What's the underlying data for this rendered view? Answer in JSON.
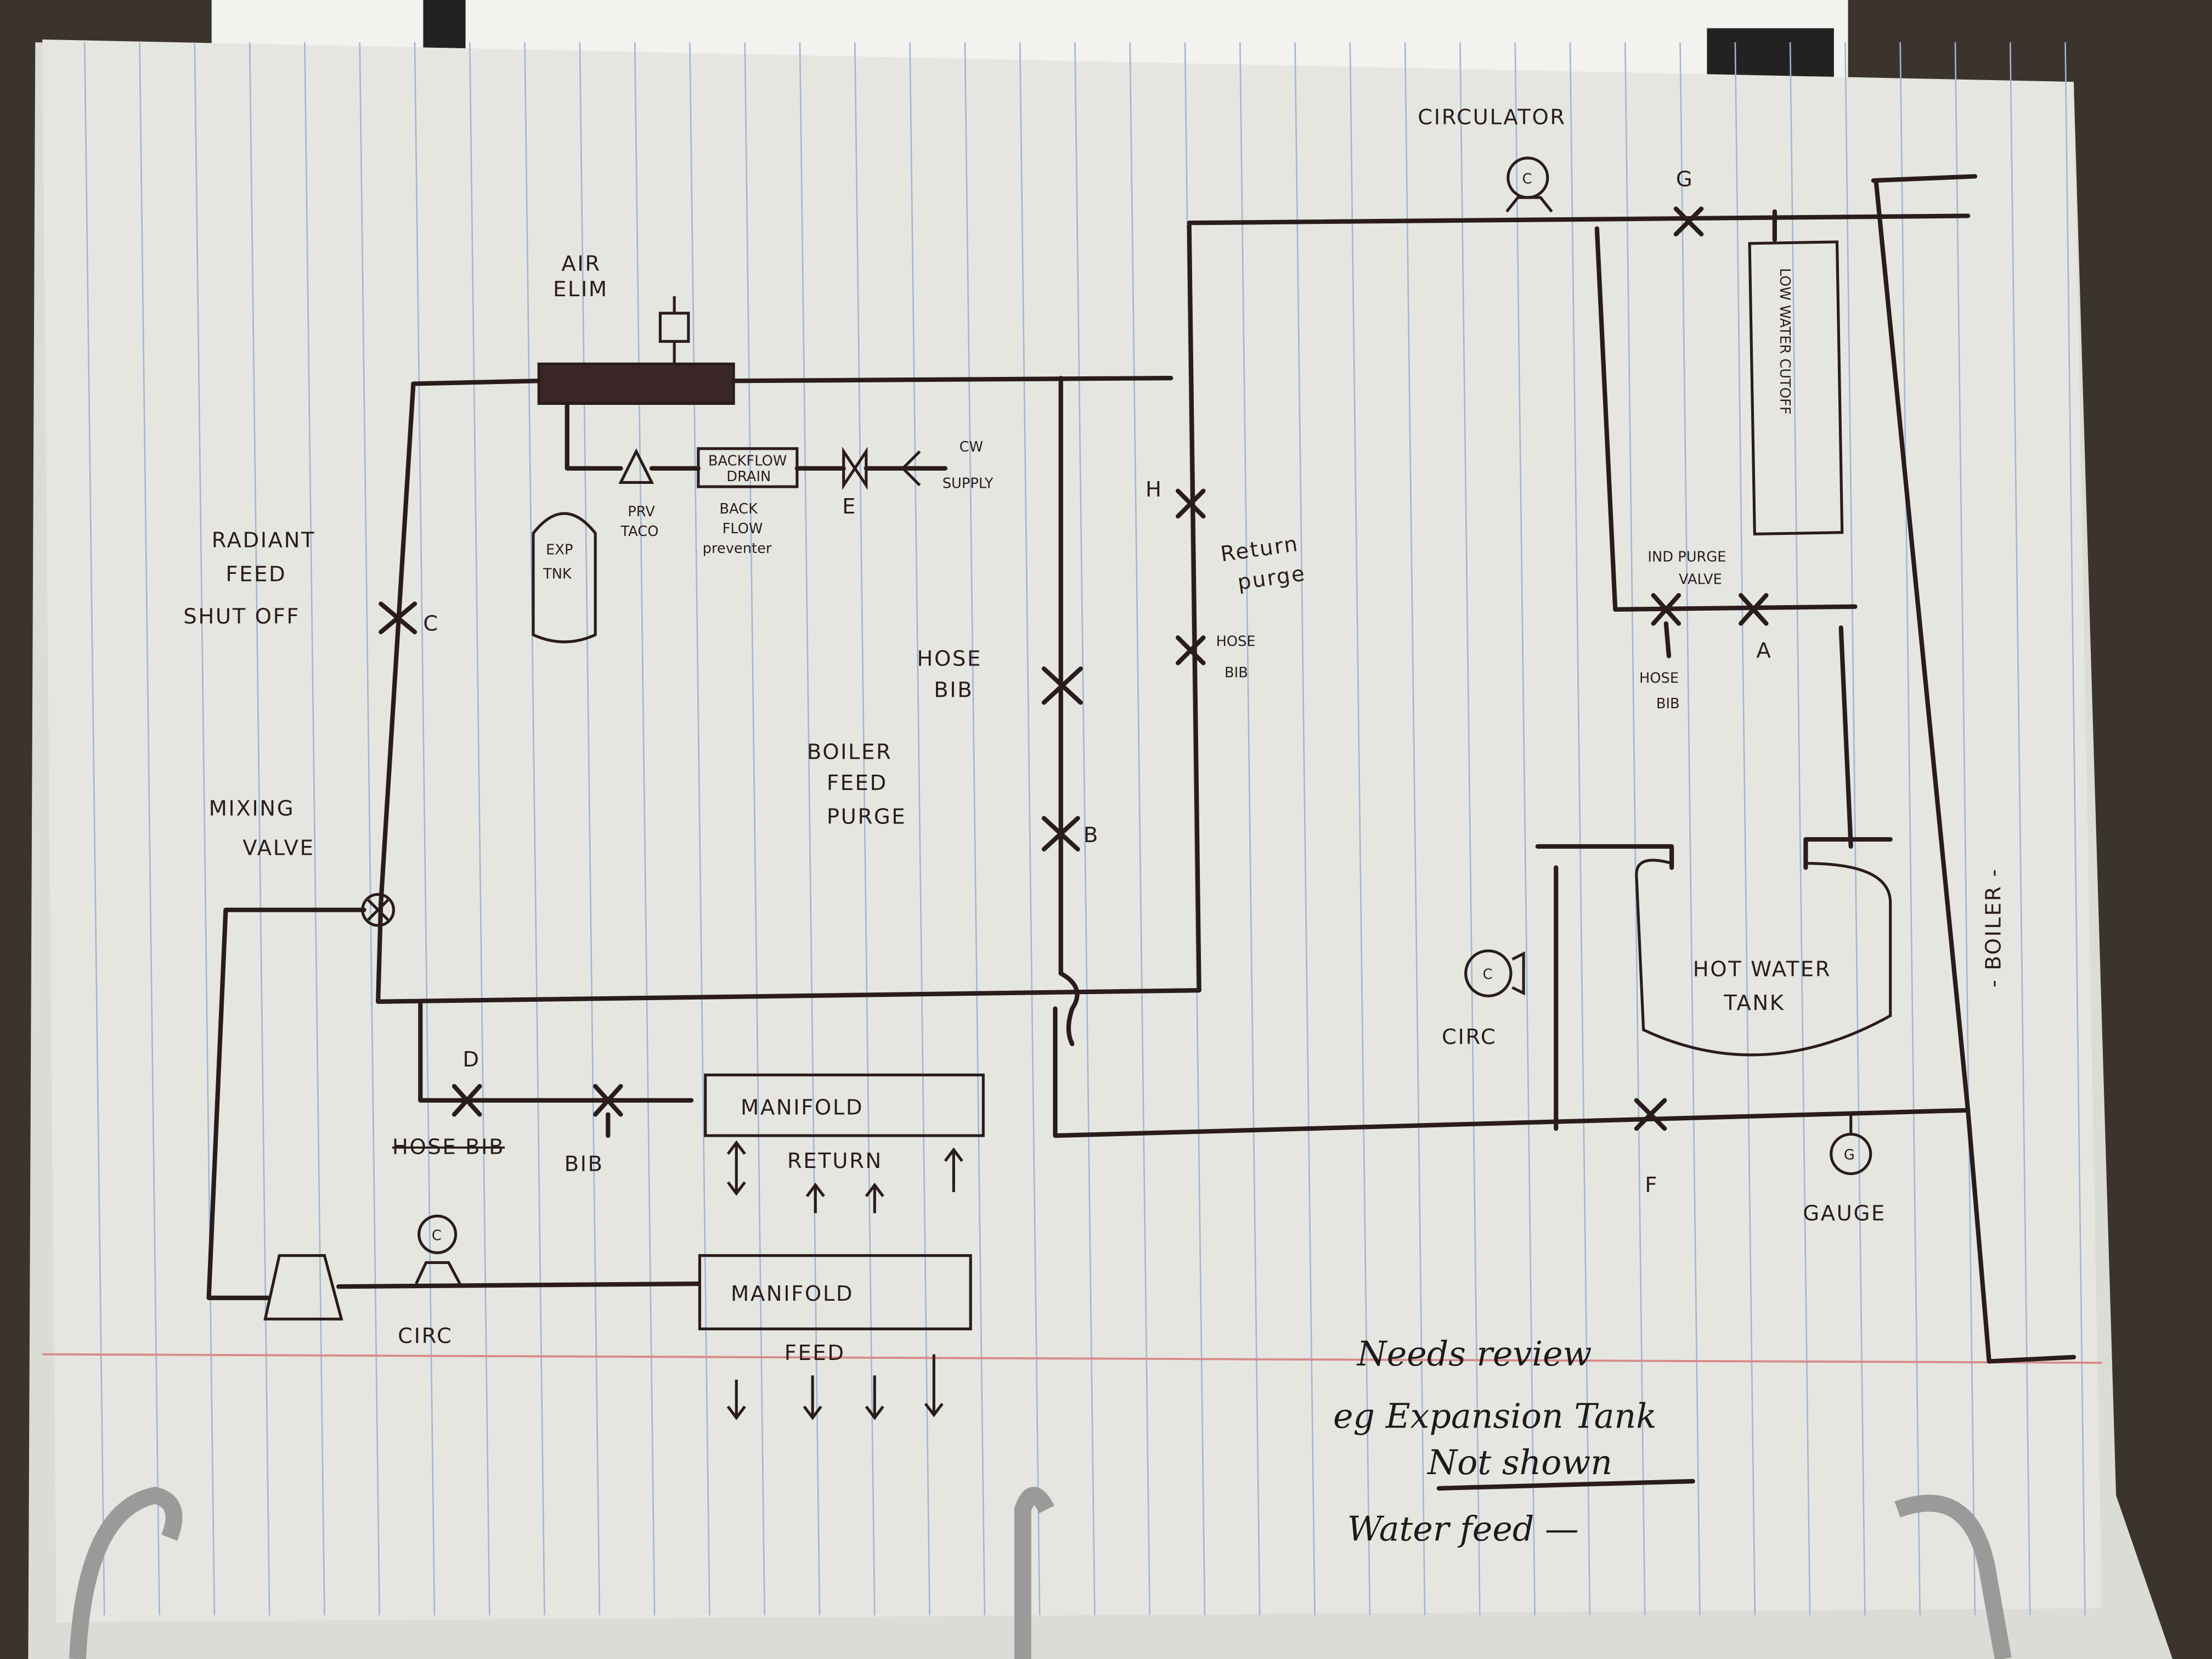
{
  "diagram": {
    "labels": {
      "air_elim": [
        "AIR",
        "ELIM"
      ],
      "backflow_drain": [
        "BACKFLOW",
        "DRAIN"
      ],
      "prv": [
        "PRV",
        "TACO"
      ],
      "exp_tank": [
        "EXP",
        "TNK"
      ],
      "backflow_preventer": [
        "BACK",
        "FLOW",
        "preventer"
      ],
      "valve_e": "E",
      "cw_supply": [
        "CW",
        "SUPPLY"
      ],
      "radiant_feed": [
        "RADIANT",
        "FEED",
        "SHUT OFF"
      ],
      "valve_c": "C",
      "mixing_valve": [
        "MIXING",
        "VALVE"
      ],
      "hose_bib_left": [
        "HOSE",
        "BIB"
      ],
      "boiler_feed_purge": [
        "BOILER",
        "FEED",
        "PURGE"
      ],
      "valve_b": "B",
      "valve_h": "H",
      "return_purge": [
        "Return",
        "purge"
      ],
      "hose_bib_mid": [
        "HOSE",
        "BIB"
      ],
      "circulator": "CIRCULATOR",
      "valve_g": "G",
      "low_water_cutoff": "LOW WATER CUTOFF",
      "ind_purge_valve": [
        "IND PURGE",
        "VALVE"
      ],
      "hose_bib_right": [
        "HOSE",
        "BIB"
      ],
      "valve_a": "A",
      "boiler": "- BOILER -",
      "hot_water_tank": [
        "HOT WATER",
        "TANK"
      ],
      "circ_right": "CIRC",
      "valve_f": "F",
      "gauge_symbol": "G",
      "gauge": "GAUGE",
      "valve_d": "D",
      "hose_bib_crossed": "HOSE BIB",
      "bib": "BIB",
      "manifold_return": "MANIFOLD",
      "return": "RETURN",
      "manifold_feed": "MANIFOLD",
      "feed": "FEED",
      "circ_left": "CIRC",
      "circ_symbol": "C"
    },
    "notes": [
      "Needs review",
      "eg Expansion Tank",
      "Not shown",
      "Water feed —"
    ],
    "colors": {
      "ink": "#2a1c1c",
      "paper": "#e6e6e0",
      "rule": "#9fb6d6",
      "margin": "#d88a8a"
    }
  }
}
